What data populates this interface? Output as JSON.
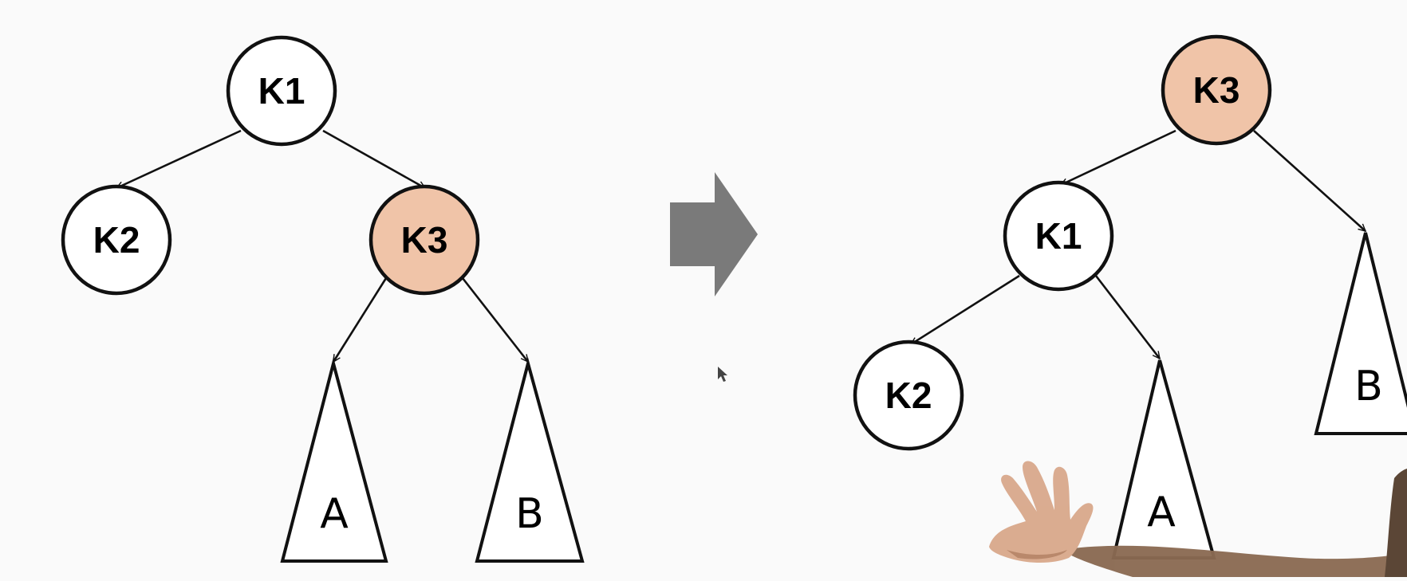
{
  "colors": {
    "background": "#fafafa",
    "node_fill": "#ffffff",
    "highlight_fill": "#f0c4a8",
    "stroke": "#111111",
    "arrow_fill": "#7a7a7a"
  },
  "before_tree": {
    "root": {
      "label": "K1",
      "highlighted": false
    },
    "left_child": {
      "label": "K2",
      "highlighted": false
    },
    "right_child": {
      "label": "K3",
      "highlighted": true
    },
    "subtree_a": "A",
    "subtree_b": "B"
  },
  "transition_arrow_icon": "right-arrow-icon",
  "after_tree": {
    "root": {
      "label": "K3",
      "highlighted": true
    },
    "left_child": {
      "label": "K1",
      "highlighted": false
    },
    "left_left_child": {
      "label": "K2",
      "highlighted": false
    },
    "subtree_a": "A",
    "subtree_b": "B"
  }
}
